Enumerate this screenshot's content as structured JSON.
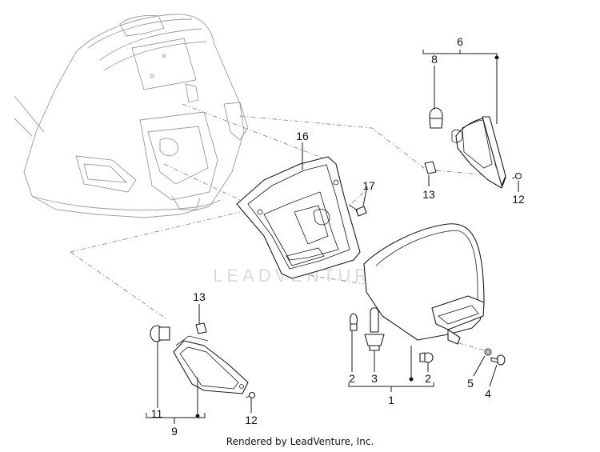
{
  "watermark": "LEADVENTURE",
  "footer": "Rendered by LeadVenture, Inc.",
  "callouts": {
    "c1": "1",
    "c2a": "2",
    "c2b": "2",
    "c3": "3",
    "c4": "4",
    "c5": "5",
    "c6": "6",
    "c8": "8",
    "c9": "9",
    "c11": "11",
    "c12a": "12",
    "c12b": "12",
    "c13a": "13",
    "c13b": "13",
    "c16": "16",
    "c17": "17"
  },
  "colors": {
    "line": "#1a1a1a",
    "ghost": "#9a9a9a",
    "watermark": "#cfcfcf"
  }
}
